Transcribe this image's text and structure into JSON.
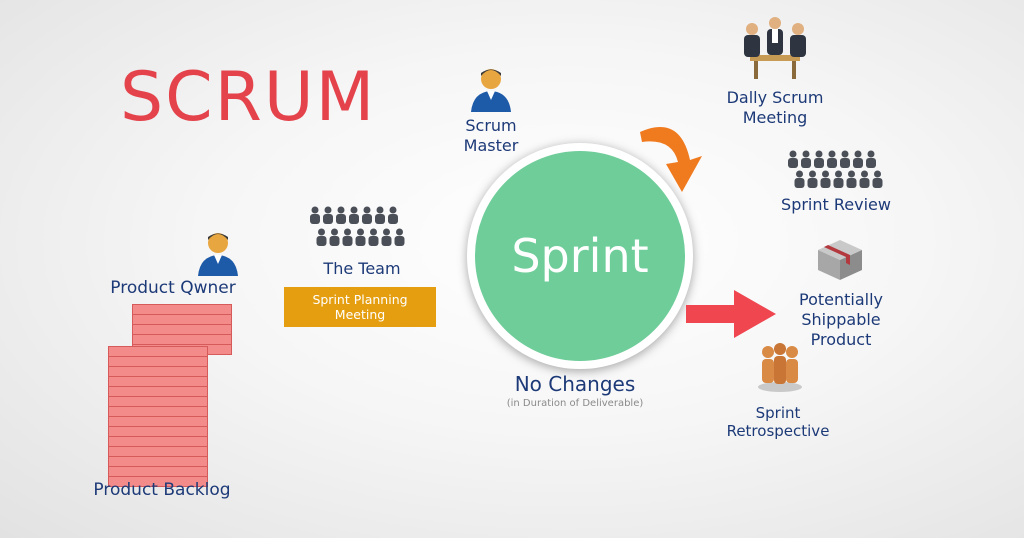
{
  "title": "SCRUM",
  "roles": {
    "scrum_master": [
      "Scrum",
      "Master"
    ],
    "product_owner": "Product Qwner",
    "the_team": "The Team"
  },
  "sprint_planning": [
    "Sprint Planning",
    "Meeting"
  ],
  "sprint": "Sprint",
  "no_changes": {
    "title": "No Changes",
    "subtitle": "(in Duration of Deliverable)"
  },
  "product_backlog": "Product Backlog",
  "events": {
    "daily_scrum": [
      "Dally Scrum",
      "Meeting"
    ],
    "sprint_review": "Sprint Review",
    "shippable": [
      "Potentially",
      "Shippable",
      "Product"
    ],
    "retrospective": [
      "Sprint",
      "Retrospective"
    ]
  },
  "colors": {
    "title": "#e4434b",
    "sprint_circle": "#6fcd9a",
    "planning_box": "#e59e0f",
    "orange_arrow": "#f07a1e",
    "red_arrow": "#ef4650",
    "text": "#1d3a78"
  },
  "icons": [
    "person-icon",
    "team-icon",
    "meeting-icon",
    "box-icon",
    "retrospective-icon",
    "curved-arrow-icon",
    "arrow-right-icon"
  ]
}
